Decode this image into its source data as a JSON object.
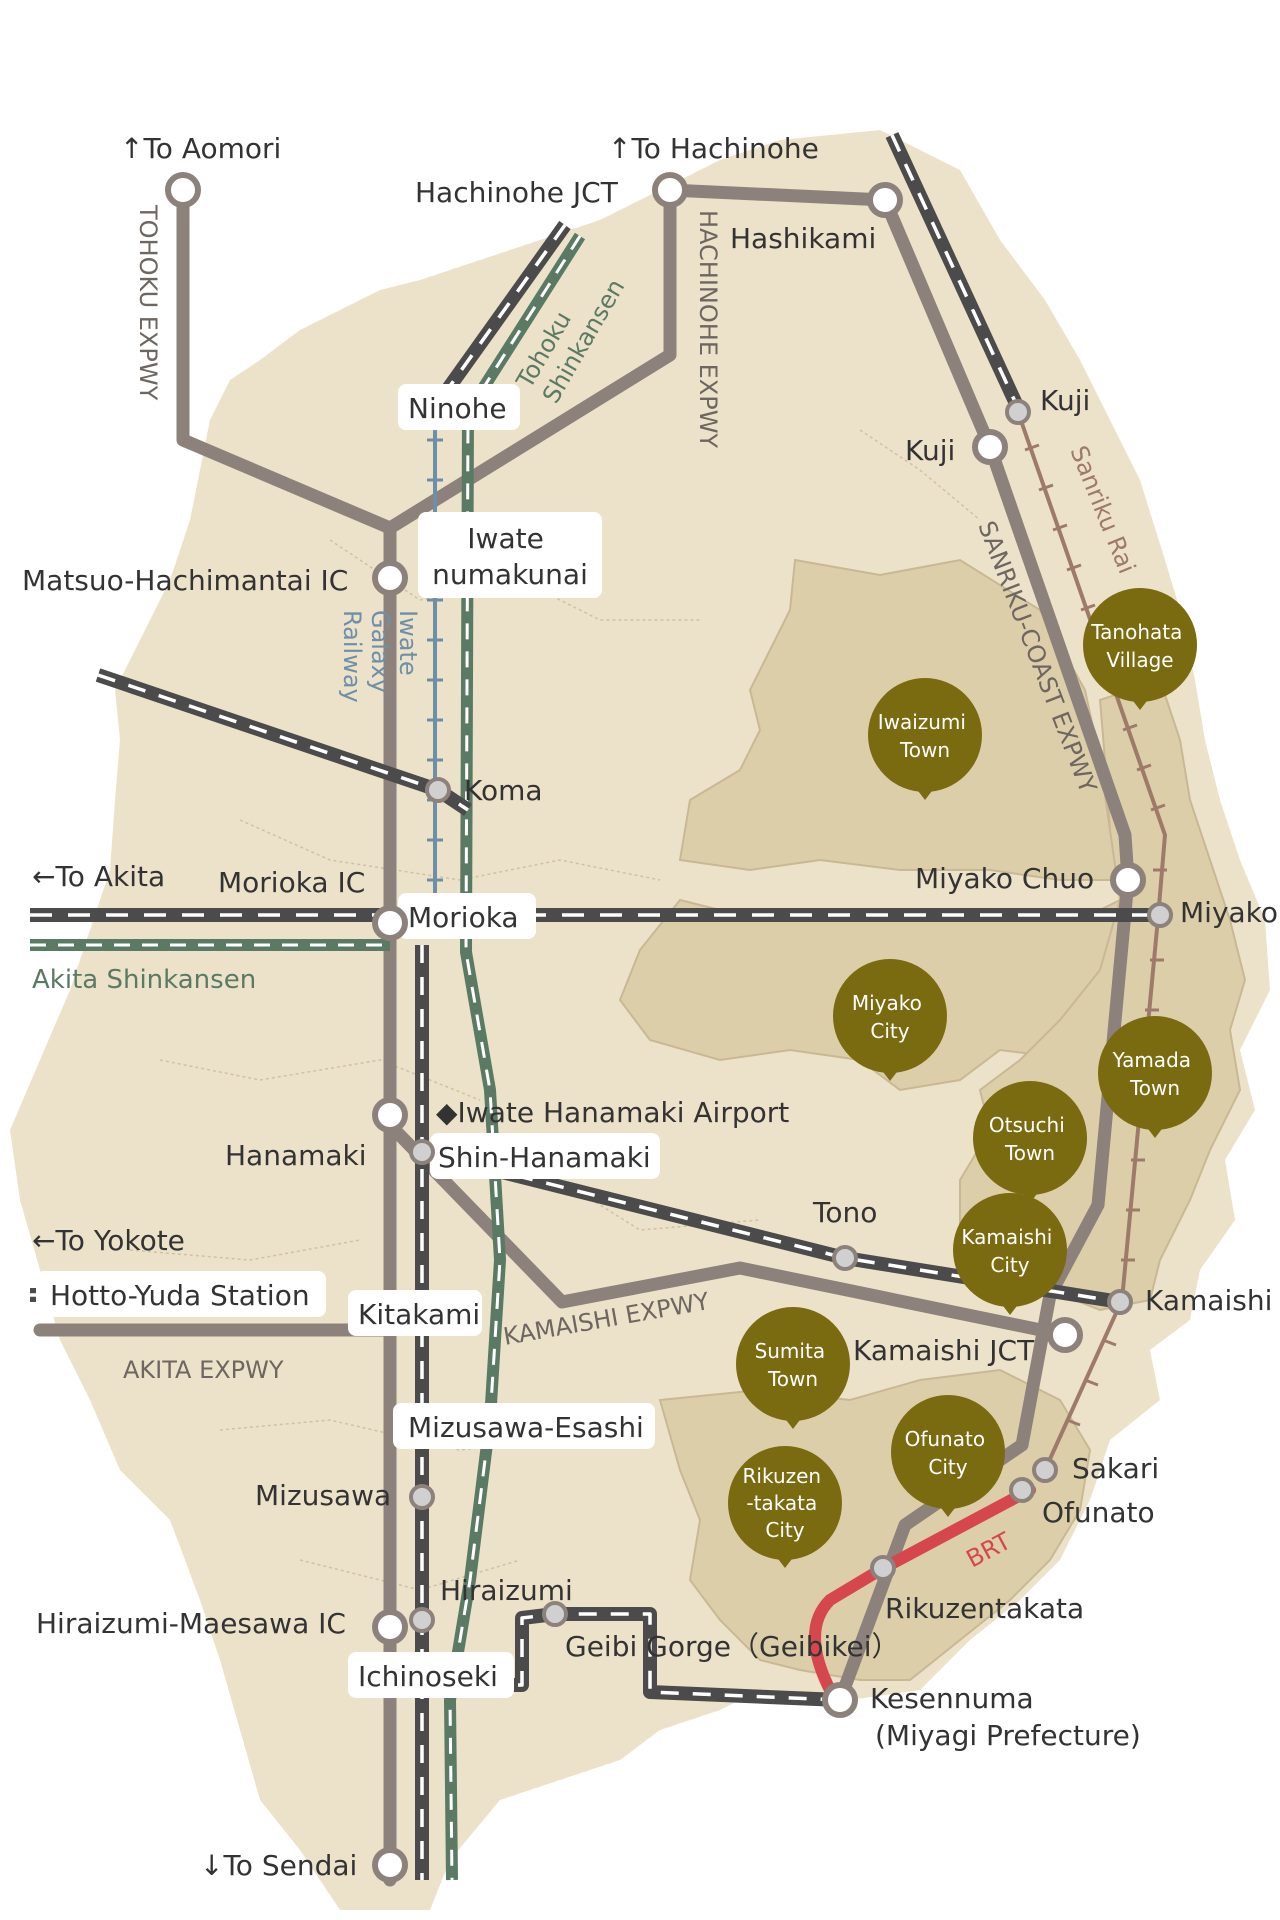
{
  "colors": {
    "land": "#ece2c9",
    "land_dark": "#dccea8",
    "land_border": "#c9b894",
    "expressway": "#8c827b",
    "rail": "#4b4b4b",
    "shinkansen": "#5b7a64",
    "galaxy_railway": "#6f8fa8",
    "sanriku_railway": "#9e7a6b",
    "brt": "#d6474d",
    "pin": "#7a6a10",
    "text": "#333333"
  },
  "directions": {
    "to_aomori": "↑To Aomori",
    "to_hachinohe": "↑To Hachinohe",
    "to_akita": "←To Akita",
    "to_yokote": "←To Yokote",
    "to_sendai": "↓To Sendai"
  },
  "roads": {
    "tohoku_expwy": "TOHOKU EXPWY",
    "hachinohe_expwy": "HACHINOHE EXPWY",
    "sanriku_coast_expwy": "SANRIKU-COAST EXPWY",
    "kamaishi_expwy": "KAMAISHI EXPWY",
    "akita_expwy": "AKITA EXPWY"
  },
  "rail_lines": {
    "tohoku_shinkansen": [
      "Tohoku",
      "Shinkansen"
    ],
    "iwate_galaxy_railway": [
      "Iwate",
      "Galaxy",
      "Railway"
    ],
    "akita_shinkansen": "Akita Shinkansen",
    "sanriku_railway": "Sanriku Rai",
    "brt": "BRT"
  },
  "interchanges": {
    "hachinohe_jct": "Hachinohe JCT",
    "matsuo_hachimantai_ic": "Matsuo-Hachimantai IC",
    "morioka_ic": "Morioka IC",
    "hanamaki": "Hanamaki",
    "kitakami_expwy": "Kitakami",
    "hiraizumi_maesawa_ic": "Hiraizumi-Maesawa IC",
    "hashikami": "Hashikami",
    "kuji_ic": "Kuji",
    "miyako_chuo": "Miyako Chuo",
    "kamaishi_jct": "Kamaishi JCT",
    "kesennuma": "Kesennuma",
    "kesennuma_pref": "(Miyagi Prefecture)"
  },
  "stations": {
    "ninohe": "Ninohe",
    "iwate_numakunai": [
      "Iwate",
      "numakunai"
    ],
    "koma": "Koma",
    "morioka": "Morioka",
    "iwate_hanamaki_airport": "◆Iwate Hanamaki Airport",
    "shin_hanamaki": "Shin-Hanamaki",
    "tono": "Tono",
    "hotto_yuda": "Hotto-Yuda Station",
    "kitakami": "Kitakami",
    "mizusawa_esashi": "Mizusawa-Esashi",
    "mizusawa": "Mizusawa",
    "hiraizumi": "Hiraizumi",
    "ichinoseki": "Ichinoseki",
    "geibi_gorge": "Geibi Gorge（Geibikei）",
    "kuji_station": "Kuji",
    "miyako": "Miyako",
    "kamaishi": "Kamaishi",
    "sakari": "Sakari",
    "ofunato": "Ofunato",
    "rikuzentakata": "Rikuzentakata"
  },
  "municipalities": [
    [
      "Tanohata",
      "Village"
    ],
    [
      "Iwaizumi",
      "Town"
    ],
    [
      "Miyako",
      "City"
    ],
    [
      "Yamada",
      "Town"
    ],
    [
      "Otsuchi",
      "Town"
    ],
    [
      "Kamaishi",
      "City"
    ],
    [
      "Sumita",
      "Town"
    ],
    [
      "Ofunato",
      "City"
    ],
    [
      "Rikuzen",
      "-takata",
      "City"
    ]
  ]
}
